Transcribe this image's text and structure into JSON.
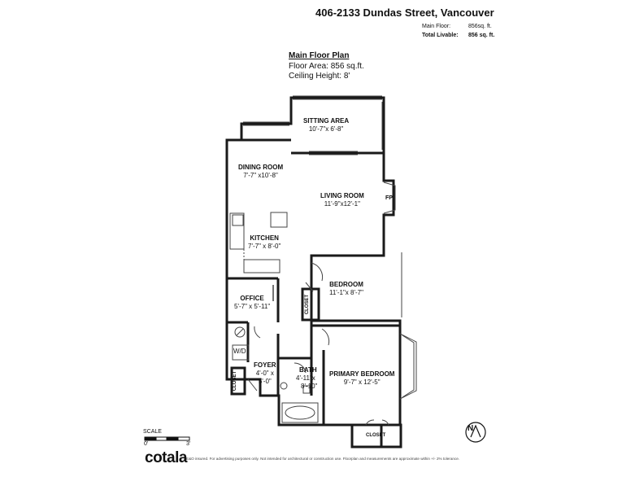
{
  "header": {
    "address": "406-2133 Dundas Street, Vancouver",
    "main_floor_label": "Main Floor:",
    "main_floor_value": "856sq. ft.",
    "total_label": "Total Livable:",
    "total_value": "856 sq. ft."
  },
  "plan": {
    "title": "Main Floor Plan",
    "area": "Floor Area: 856 sq.ft.",
    "ceiling": "Ceiling Height: 8'"
  },
  "rooms": {
    "sitting": {
      "name": "SITTING AREA",
      "dims": "10'-7\"x 6'-8\""
    },
    "dining": {
      "name": "DINING ROOM",
      "dims": "7'-7\" x10'-8\""
    },
    "living": {
      "name": "LIVING ROOM",
      "dims": "11'-9\"x12'-1\""
    },
    "kitchen": {
      "name": "KITCHEN",
      "dims": "7'-7\" x 8'-0\""
    },
    "bedroom": {
      "name": "BEDROOM",
      "dims": "11'-1\"x 8'-7\""
    },
    "office": {
      "name": "OFFICE",
      "dims": "5'-7\" x 5'-11\""
    },
    "foyer": {
      "name": "FOYER",
      "dims1": "4'-0\" x",
      "dims2": "5'-0\""
    },
    "bath": {
      "name": "BATH",
      "dims1": "4'-11\"x",
      "dims2": "8'-10\""
    },
    "primary": {
      "name": "PRIMARY BEDROOM",
      "dims": "9'-7\" x 12'-5\""
    },
    "closet_bedroom": "CLOSET",
    "closet_foyer": "CLOSET",
    "closet_primary": "CLOSET",
    "fireplace": "FP",
    "washer_dryer": "W/D"
  },
  "footer": {
    "scale_label": "SCALE",
    "scale_zero": "0'",
    "scale_three": "3'",
    "brand": "cotala",
    "disclaimer": "E&O insured. For advertising purposes only. Not intended for architectural or construction use. Floorplan and measurements are approximate within +/- 2% tolerance.",
    "north": "N"
  }
}
